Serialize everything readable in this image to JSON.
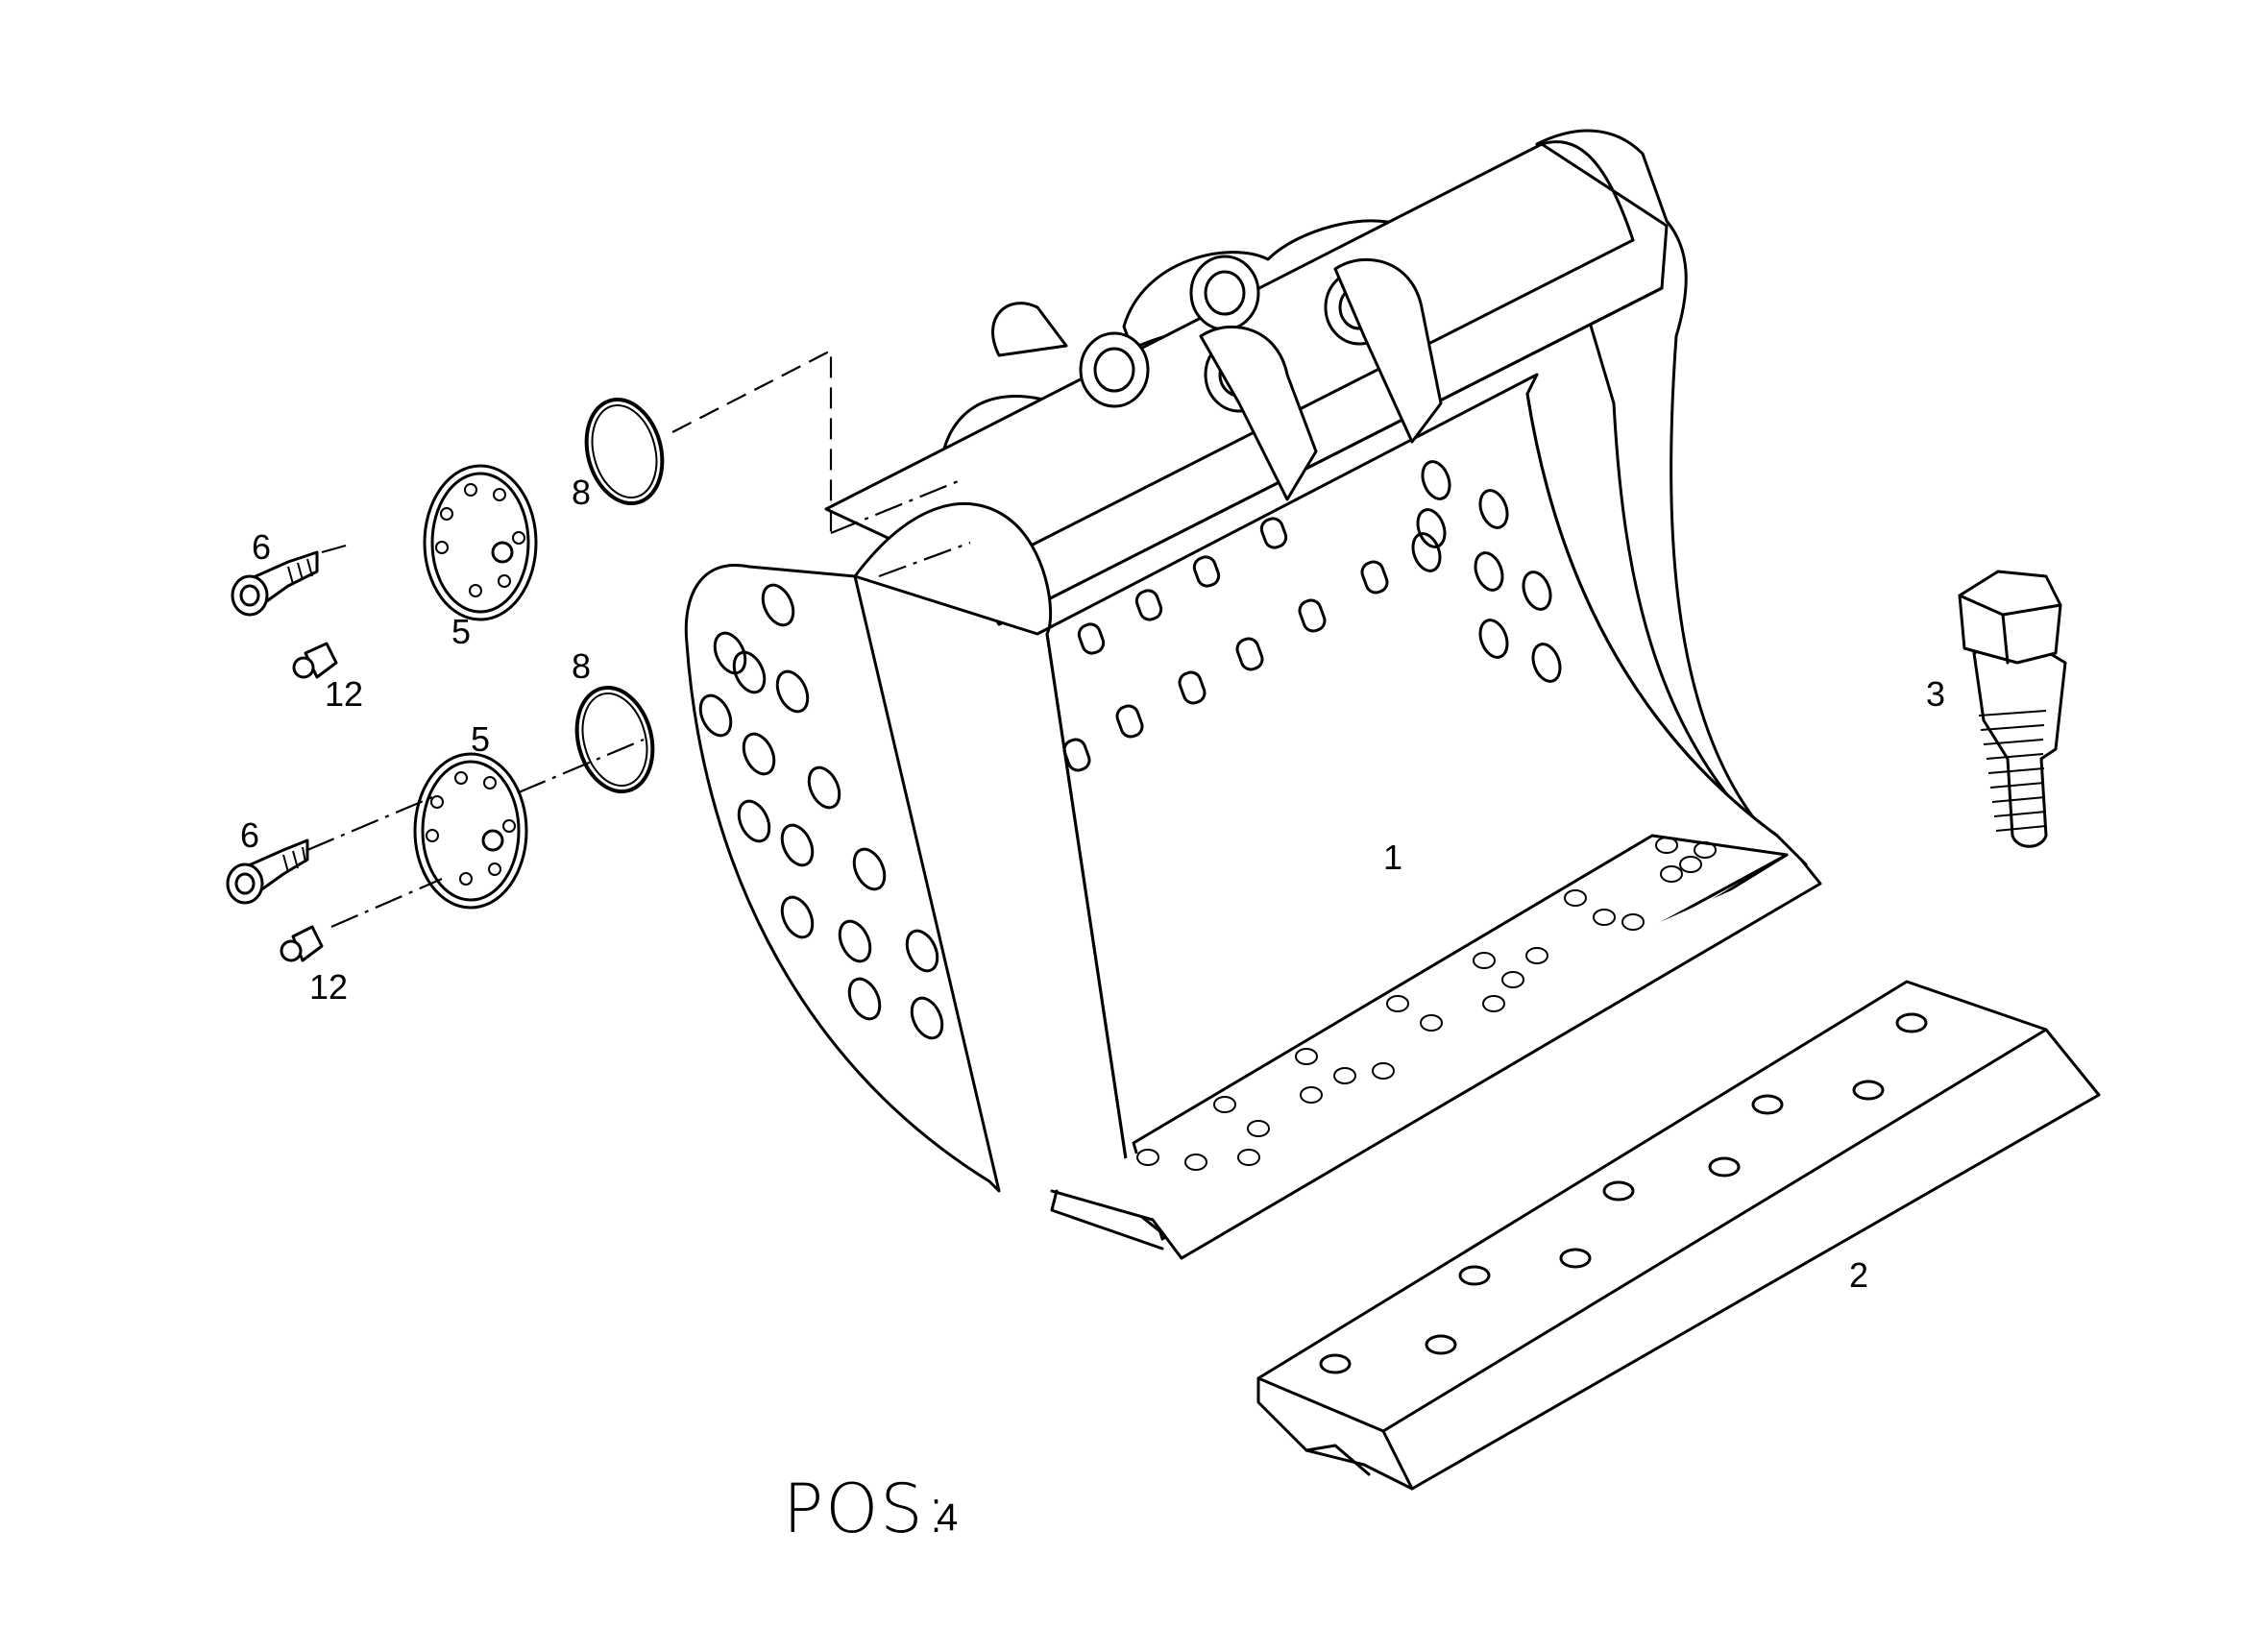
{
  "drawing": {
    "position_label": "POS:",
    "position_number": "4"
  },
  "callouts": {
    "bucket": "1",
    "cutting_edge": "2",
    "bolt": "3",
    "cover_plate_top": "5",
    "cover_plate_bottom": "5",
    "screw_top": "6",
    "screw_bottom": "6",
    "o_ring_top": "8",
    "o_ring_bottom": "8",
    "grease_nipple_top": "12",
    "grease_nipple_bottom": "12"
  }
}
